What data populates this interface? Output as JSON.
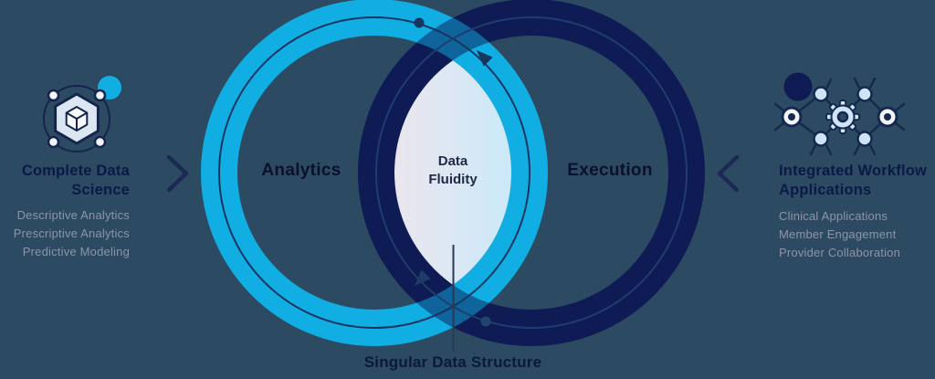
{
  "colors": {
    "background": "#2d4a63",
    "analytics_ring": "#10aee3",
    "execution_ring": "#0e1b55",
    "overlap_blend": "#0f649c"
  },
  "left_panel": {
    "icon": "hexagon-cube-orbit-icon",
    "heading": "Complete Data Science",
    "items": [
      "Descriptive Analytics",
      "Prescriptive Analytics",
      "Predictive Modeling"
    ]
  },
  "right_panel": {
    "icon": "gear-network-icon",
    "heading": "Integrated Workflow Applications",
    "items": [
      "Clinical Applications",
      "Member Engagement",
      "Provider Collaboration"
    ]
  },
  "venn": {
    "left_label": "Analytics",
    "right_label": "Execution",
    "overlap_label": "Data Fluidity",
    "callout": "Singular Data Structure"
  }
}
